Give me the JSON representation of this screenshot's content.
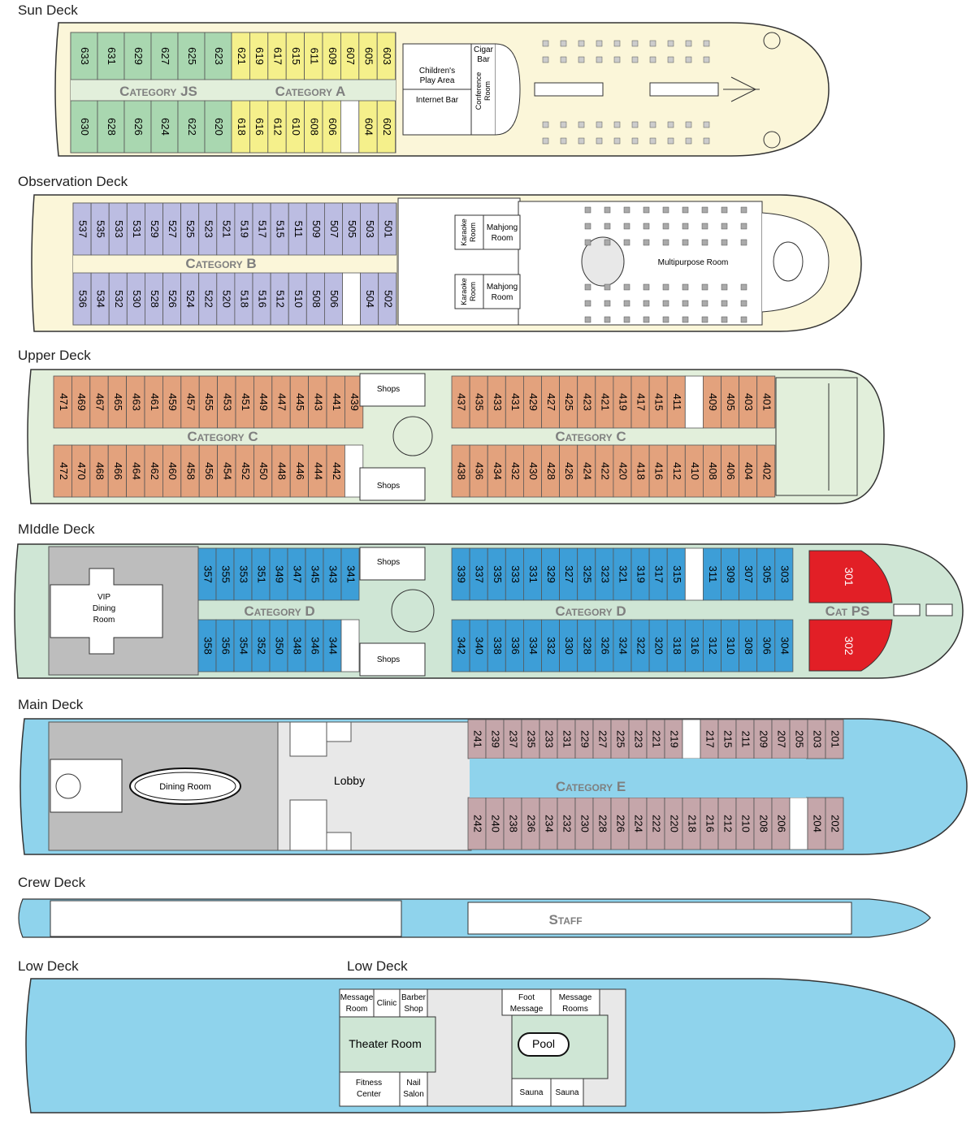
{
  "colors": {
    "js": "#a9d7b0",
    "a": "#f5f08b",
    "b": "#bcbde2",
    "c": "#e3a27d",
    "d": "#3d9ed7",
    "e": "#c5a6aa",
    "ps": "#e21f26",
    "hull_cream": "#fbf6d9",
    "hull_green": "#e2efdb",
    "hull_mint": "#cfe6d5",
    "hull_blue": "#8fd3ec",
    "grey": "#bdbdbd",
    "light_grey": "#e8e8e8",
    "label_grey": "#7f7f7f"
  },
  "decks": {
    "sun": {
      "title": "Sun Deck",
      "js_label": "Category JS",
      "a_label": "Category A",
      "js_top": [
        "633",
        "631",
        "629",
        "627",
        "625",
        "623"
      ],
      "a_top": [
        "621",
        "619",
        "617",
        "615",
        "611",
        "609",
        "607",
        "605",
        "603"
      ],
      "js_bottom": [
        "630",
        "628",
        "626",
        "624",
        "622",
        "620"
      ],
      "a_bottom": [
        "618",
        "616",
        "612",
        "610",
        "608",
        "606",
        "",
        "604",
        "602"
      ],
      "rooms": {
        "playarea": "Children's Play Area",
        "internet": "Internet Bar",
        "cigar": "Cigar Bar",
        "conference": "Conference Room"
      }
    },
    "observation": {
      "title": "Observation Deck",
      "b_label": "Category B",
      "top": [
        "537",
        "535",
        "533",
        "531",
        "529",
        "527",
        "525",
        "523",
        "521",
        "519",
        "517",
        "515",
        "511",
        "509",
        "507",
        "505",
        "503",
        "501"
      ],
      "bottom": [
        "536",
        "534",
        "532",
        "530",
        "528",
        "526",
        "524",
        "522",
        "520",
        "518",
        "516",
        "512",
        "510",
        "508",
        "506",
        "",
        "504",
        "502"
      ],
      "rooms": {
        "karaoke": "Karaoke Room",
        "mahjong": "Mahjong Room",
        "multipurpose": "Multipurpose Room"
      }
    },
    "upper": {
      "title": "Upper Deck",
      "c_label": "Category C",
      "aft_top": [
        "471",
        "469",
        "467",
        "465",
        "463",
        "461",
        "459",
        "457",
        "455",
        "453",
        "451",
        "449",
        "447",
        "445",
        "443",
        "441",
        "439"
      ],
      "aft_bottom": [
        "472",
        "470",
        "468",
        "466",
        "464",
        "462",
        "460",
        "458",
        "456",
        "454",
        "452",
        "450",
        "448",
        "446",
        "444",
        "442",
        ""
      ],
      "fwd_top": [
        "437",
        "435",
        "433",
        "431",
        "429",
        "427",
        "425",
        "423",
        "421",
        "419",
        "417",
        "415",
        "411",
        "",
        "409",
        "405",
        "403",
        "401"
      ],
      "fwd_bottom": [
        "438",
        "436",
        "434",
        "432",
        "430",
        "428",
        "426",
        "424",
        "422",
        "420",
        "418",
        "416",
        "412",
        "410",
        "408",
        "406",
        "404",
        "402"
      ],
      "shops": "Shops"
    },
    "middle": {
      "title": "MIddle Deck",
      "d_label": "Category D",
      "ps_label": "Cat PS",
      "aft_top": [
        "357",
        "355",
        "353",
        "351",
        "349",
        "347",
        "345",
        "343",
        "341"
      ],
      "aft_bottom": [
        "358",
        "356",
        "354",
        "352",
        "350",
        "348",
        "346",
        "344",
        ""
      ],
      "fwd_top": [
        "339",
        "337",
        "335",
        "333",
        "331",
        "329",
        "327",
        "325",
        "323",
        "321",
        "319",
        "317",
        "315",
        "",
        "311",
        "309",
        "307",
        "305",
        "303"
      ],
      "fwd_bottom": [
        "342",
        "340",
        "338",
        "336",
        "334",
        "332",
        "330",
        "328",
        "326",
        "324",
        "322",
        "320",
        "318",
        "316",
        "312",
        "310",
        "308",
        "306",
        "304"
      ],
      "ps_top": "301",
      "ps_bottom": "302",
      "vip": "VIP Dining Room",
      "shops": "Shops"
    },
    "main": {
      "title": "Main Deck",
      "e_label": "Category E",
      "top": [
        "241",
        "239",
        "237",
        "235",
        "233",
        "231",
        "229",
        "227",
        "225",
        "223",
        "221",
        "219",
        "",
        "217",
        "215",
        "211",
        "209",
        "207",
        "205",
        "203",
        "201"
      ],
      "bottom": [
        "242",
        "240",
        "238",
        "236",
        "234",
        "232",
        "230",
        "228",
        "226",
        "224",
        "222",
        "220",
        "218",
        "216",
        "212",
        "210",
        "208",
        "206",
        "",
        "204",
        "202"
      ],
      "dining": "Dining Room",
      "lobby": "Lobby"
    },
    "crew": {
      "title": "Crew Deck",
      "staff": "Staff"
    },
    "low": {
      "title_left": "Low Deck",
      "title_center": "Low Deck",
      "rooms": {
        "message": "Message Room",
        "clinic": "Clinic",
        "barber": "Barber Shop",
        "theater": "Theater Room",
        "fitness": "Fitness Center",
        "nail": "Nail Salon",
        "foot": "Foot Message",
        "message_rooms": "Message Rooms",
        "pool": "Pool",
        "sauna1": "Sauna",
        "sauna2": "Sauna"
      }
    }
  }
}
